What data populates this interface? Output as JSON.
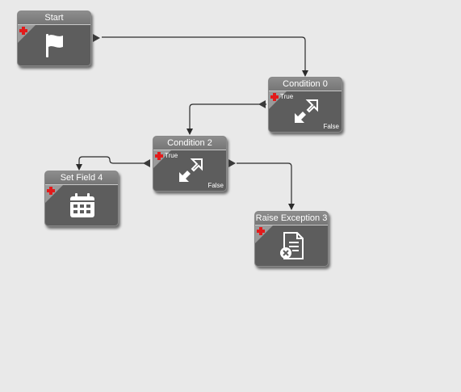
{
  "canvas": {
    "background": "#e9e9e9",
    "node_color": "#5d5d5d",
    "header_color": "#808080",
    "accent_red": "#e21b1b"
  },
  "nodes": {
    "start": {
      "title": "Start",
      "icon": "flag-icon"
    },
    "condition0": {
      "title": "Condition 0",
      "icon": "double-arrow-icon",
      "true_label": "True",
      "false_label": "False"
    },
    "condition2": {
      "title": "Condition 2",
      "icon": "double-arrow-icon",
      "true_label": "True",
      "false_label": "False"
    },
    "setfield4": {
      "title": "Set Field 4",
      "icon": "calendar-icon"
    },
    "raise3": {
      "title": "Raise Exception 3",
      "icon": "document-error-icon"
    }
  },
  "connections": [
    {
      "from": "start",
      "to": "condition0"
    },
    {
      "from": "condition0.true",
      "to": "condition2"
    },
    {
      "from": "condition2.true",
      "to": "setfield4"
    },
    {
      "from": "condition2.false",
      "to": "raise3"
    }
  ]
}
